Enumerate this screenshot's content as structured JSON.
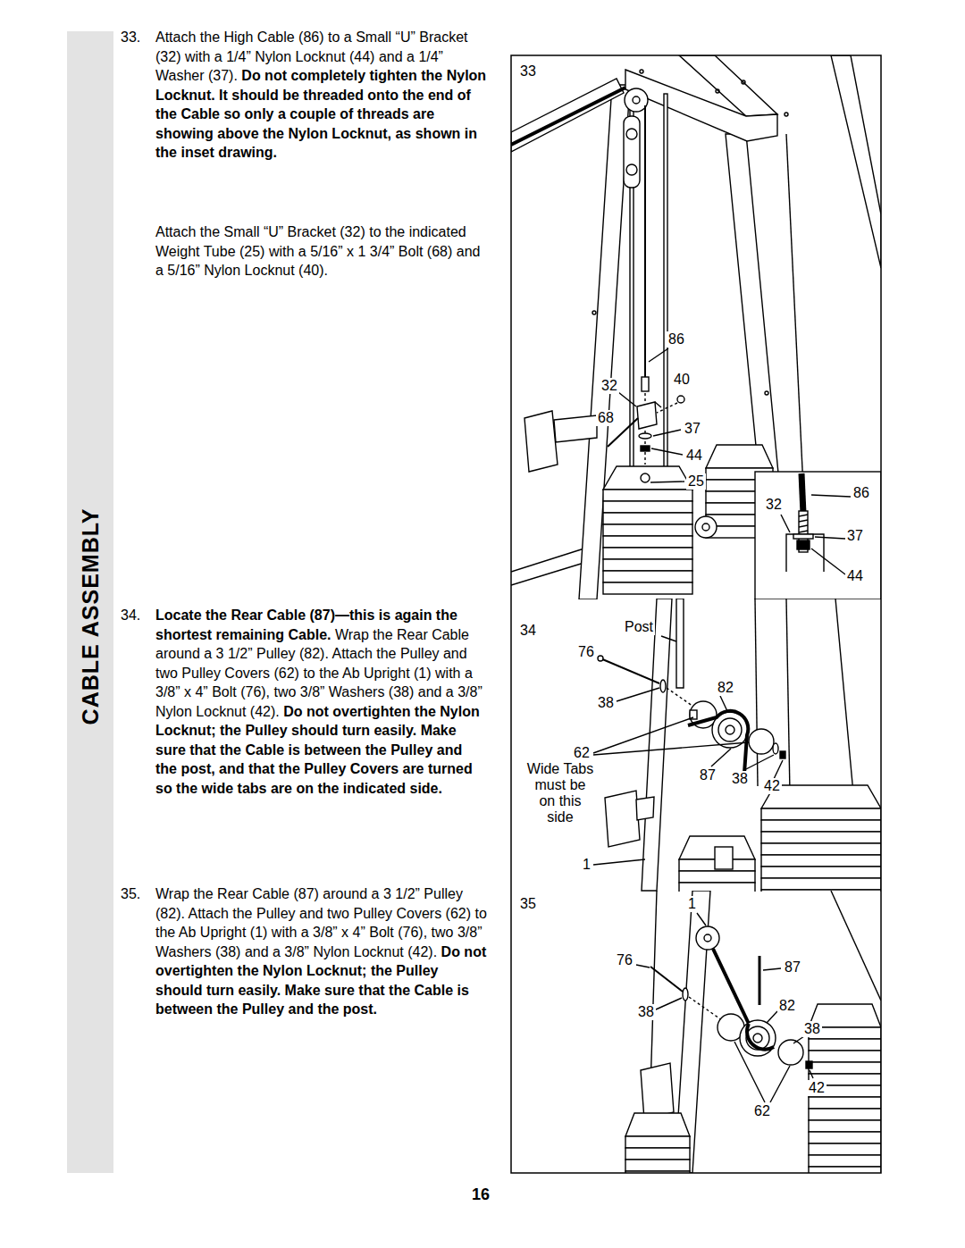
{
  "diagram": {
    "nodes": [
      {
        "text": [
          "CABLE ASSEMBLY"
        ]
      },
      {
        "text": [
          "33"
        ]
      },
      {
        "text": [
          "86",
          "32",
          "37",
          "44"
        ],
        "in": 1
      },
      {
        "text": [
          "34"
        ]
      },
      {
        "text": [
          "35"
        ]
      }
    ],
    "labels": [
      "33.",
      "Attach the High Cable (86) to a Small “U” Bracket (32) with a 1/4” Nylon Locknut (44) and a 1/4” Washer (37).",
      "Do not completely tighten the Nylon Locknut. It should be threaded onto the end of the Cable so only a couple of threads are showing above the Nylon Locknut, as shown in the inset drawing.",
      "Attach the Small “U” Bracket (32) to the indicated Weight Tube (25) with a 5/16” x 1 3/4” Bolt (68) and a 5/16” Nylon Locknut (40).",
      "34.",
      "Locate the Rear Cable (87)—this is again the shortest remaining Cable.",
      "Wrap the Rear Cable around a 3 1/2” Pulley (82). Attach the Pulley and two Pulley Covers (62) to the Ab Upright (1) with a 3/8” x 4” Bolt (76), two 3/8” Washers (38) and a 3/8” Nylon Locknut (42).",
      "Do not overtighten the Nylon Locknut; the Pulley should turn easily. Make sure that the Cable is between the Pulley and the post, and that the Pulley Covers are turned so the wide tabs are on the indicated side.",
      "35.",
      "Wrap the Rear Cable (87) around a 3 1/2” Pulley (82). Attach the Pulley and two Pulley Covers (62) to the Ab Upright (1) with a 3/8” x 4” Bolt (76), two 3/8” Washers (38) and a 3/8” Nylon Locknut (42).",
      "Do not overtighten the Nylon Locknut; the Pulley should turn easily. Make sure that the Cable is between the Pulley and the post.",
      "86",
      "40",
      "32",
      "68",
      "37",
      "44",
      "25",
      "Post",
      "76",
      "82",
      "38",
      "62",
      "Wide Tabs must be on this side",
      "87",
      "38",
      "42",
      "1",
      "1",
      "76",
      "87",
      "38",
      "82",
      "38",
      "42",
      "62",
      "16"
    ]
  }
}
